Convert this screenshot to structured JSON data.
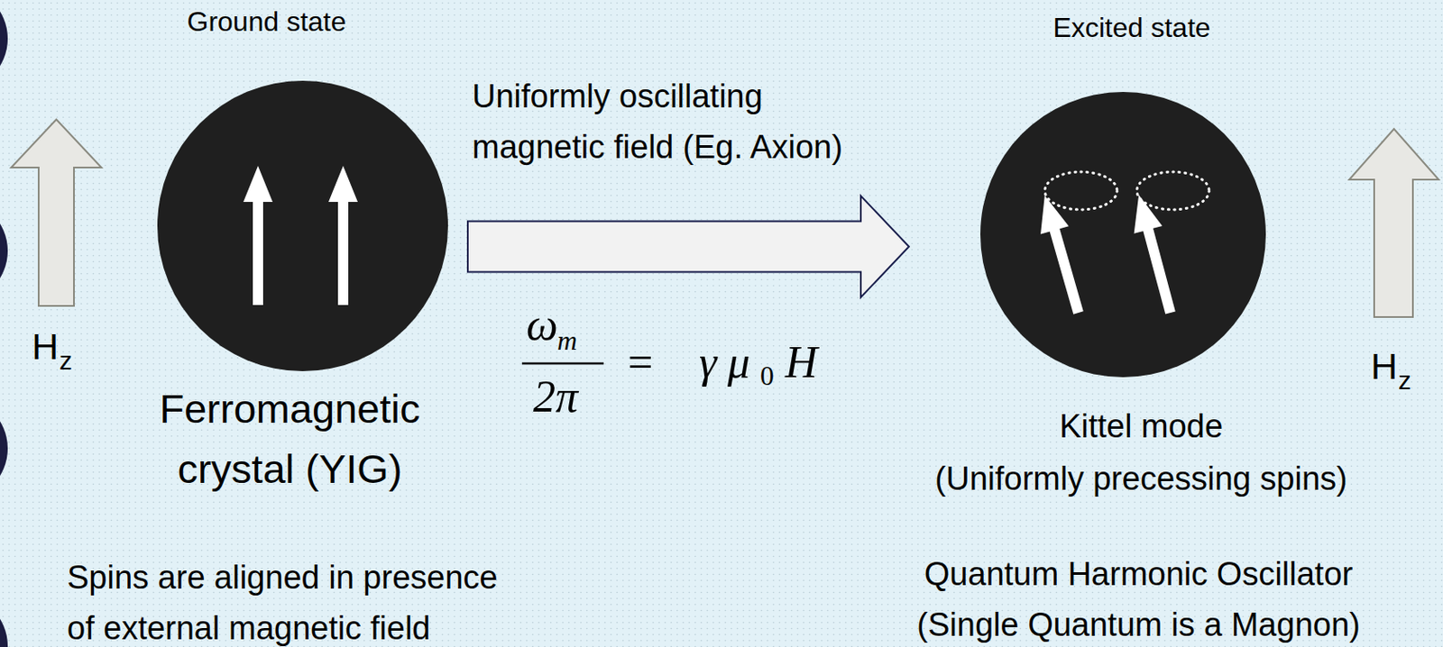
{
  "diagram": {
    "nodes": [
      {
        "text": [
          "Ground state",
          "Ferromagnetic crystal (YIG)"
        ]
      },
      {
        "text": [
          "Excited state",
          "Kittel mode",
          "(Uniformly precessing spins)"
        ]
      }
    ],
    "edges": [
      {
        "from": 0,
        "to": 1,
        "arrow": "to",
        "label": "Uniformly oscillating magnetic field (Eg. Axion)"
      }
    ],
    "labels": [
      "H",
      "z",
      "H",
      "z",
      "ω",
      "m",
      "2π",
      "=",
      "γ",
      "μ",
      "0",
      "H",
      "Spins are aligned in presence of external magnetic field",
      "Quantum Harmonic Oscillator",
      "(Single Quantum is a Magnon)"
    ]
  }
}
